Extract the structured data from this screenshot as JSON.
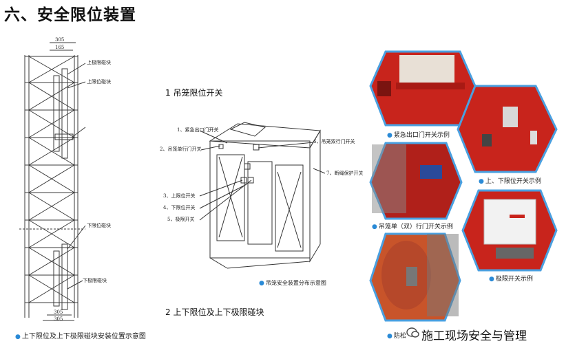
{
  "title": "六、安全限位装置",
  "left_diagram": {
    "dims": [
      "305",
      "165",
      "305",
      "305"
    ],
    "labels": {
      "upper_limit_block": "上极限碰块",
      "upper_position_block": "上限位碰块",
      "lower_position_block": "下限位碰块",
      "lower_limit_block": "下极限碰块"
    },
    "caption": "上下限位及上下极限碰块安装位置示意图"
  },
  "middle": {
    "heading1": "1  吊笼限位开关",
    "labels": [
      "1、紧急出口门开关",
      "2、吊笼单行门开关",
      "3、上限位开关",
      "4、下限位开关",
      "5、极限开关",
      "6、吊笼双行门开关",
      "7、断绳保护开关"
    ],
    "caption": "吊笼安全装置分布示意图",
    "heading2": "2  上下限位及上下极限碰块"
  },
  "right": {
    "captions": {
      "emergency": "紧急出口门开关示例",
      "upper_lower": "上、下限位开关示例",
      "cage_door": "吊笼单（双）行门开关示例",
      "limit": "极限开关示例",
      "rope": "防松"
    },
    "watermark": "施工现场安全与管理"
  },
  "colors": {
    "steel": "#3a3a3a",
    "red": "#c8241c",
    "orange": "#c8542a",
    "blue_drop": "#2a8ad6"
  }
}
